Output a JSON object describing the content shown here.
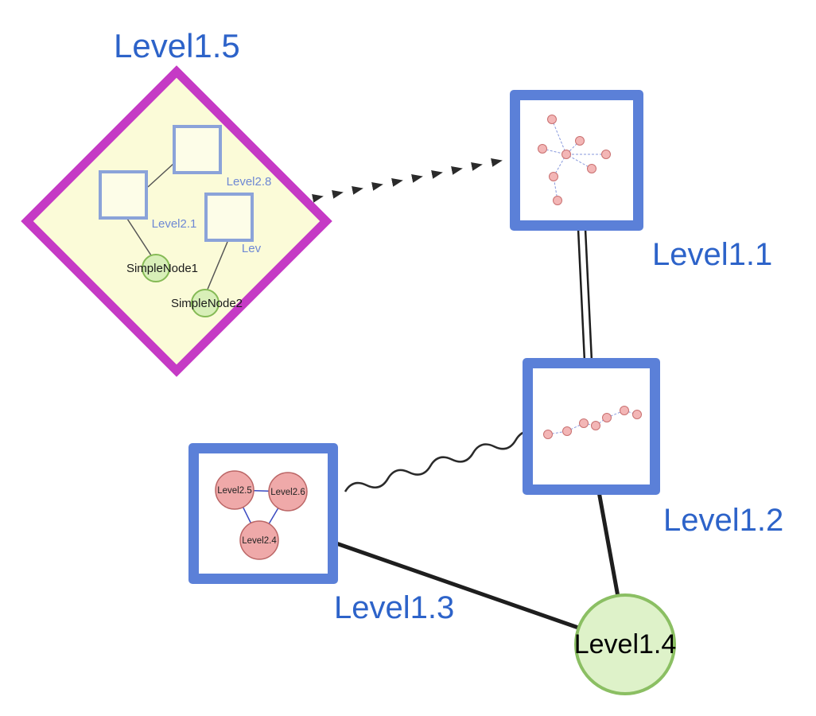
{
  "diagram": {
    "nodes": {
      "level15": {
        "label": "Level1.5",
        "children": {
          "level28": {
            "label": "Level2.8"
          },
          "level21": {
            "label": "Level2.1"
          },
          "lev_partial": {
            "label": "Lev"
          },
          "simpleNode1": {
            "label": "SimpleNode1"
          },
          "simpleNode2": {
            "label": "SimpleNode2"
          }
        }
      },
      "level11": {
        "label": "Level1.1"
      },
      "level12": {
        "label": "Level1.2"
      },
      "level13": {
        "label": "Level1.3",
        "children": {
          "level25": {
            "label": "Level2.5"
          },
          "level26": {
            "label": "Level2.6"
          },
          "level24": {
            "label": "Level2.4"
          }
        }
      },
      "level14": {
        "label": "Level1.4"
      }
    },
    "edges": [
      {
        "from": "Level1.5",
        "to": "Level1.1",
        "style": "dashed-arrow"
      },
      {
        "from": "Level1.1",
        "to": "Level1.2",
        "style": "double-line"
      },
      {
        "from": "Level1.3",
        "to": "Level1.2",
        "style": "wavy"
      },
      {
        "from": "Level1.3",
        "to": "Level1.4",
        "style": "solid"
      },
      {
        "from": "Level1.2",
        "to": "Level1.4",
        "style": "solid"
      }
    ],
    "colors": {
      "label_blue": "#2d63c9",
      "box_border_blue": "#5b80d8",
      "diamond_stroke_magenta": "#c53ac5",
      "diamond_fill_yellow": "#fbfbd8",
      "green_node_fill": "#def2c9",
      "green_node_stroke": "#8bbf63",
      "pink_node_fill": "#f3b6b6",
      "pink_node_stroke": "#c97070",
      "edge_black": "#1e1e1e",
      "inner_edge_blue": "#8899dd"
    }
  }
}
